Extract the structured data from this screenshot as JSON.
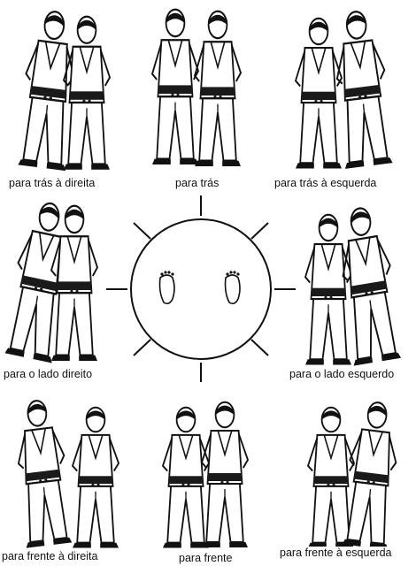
{
  "diagram": {
    "captions": {
      "back_right": "para trás à direita",
      "back": "para trás",
      "back_left": "para trás à esquerda",
      "side_right": "para o lado direito",
      "side_left": "para o lado esquerdo",
      "front_right": "para frente à direita",
      "front": "para frente",
      "front_left": "para frente à esquerda"
    },
    "colors": {
      "ink": "#111111",
      "belt": "#1a1a1a",
      "gi": "#ffffff"
    }
  }
}
